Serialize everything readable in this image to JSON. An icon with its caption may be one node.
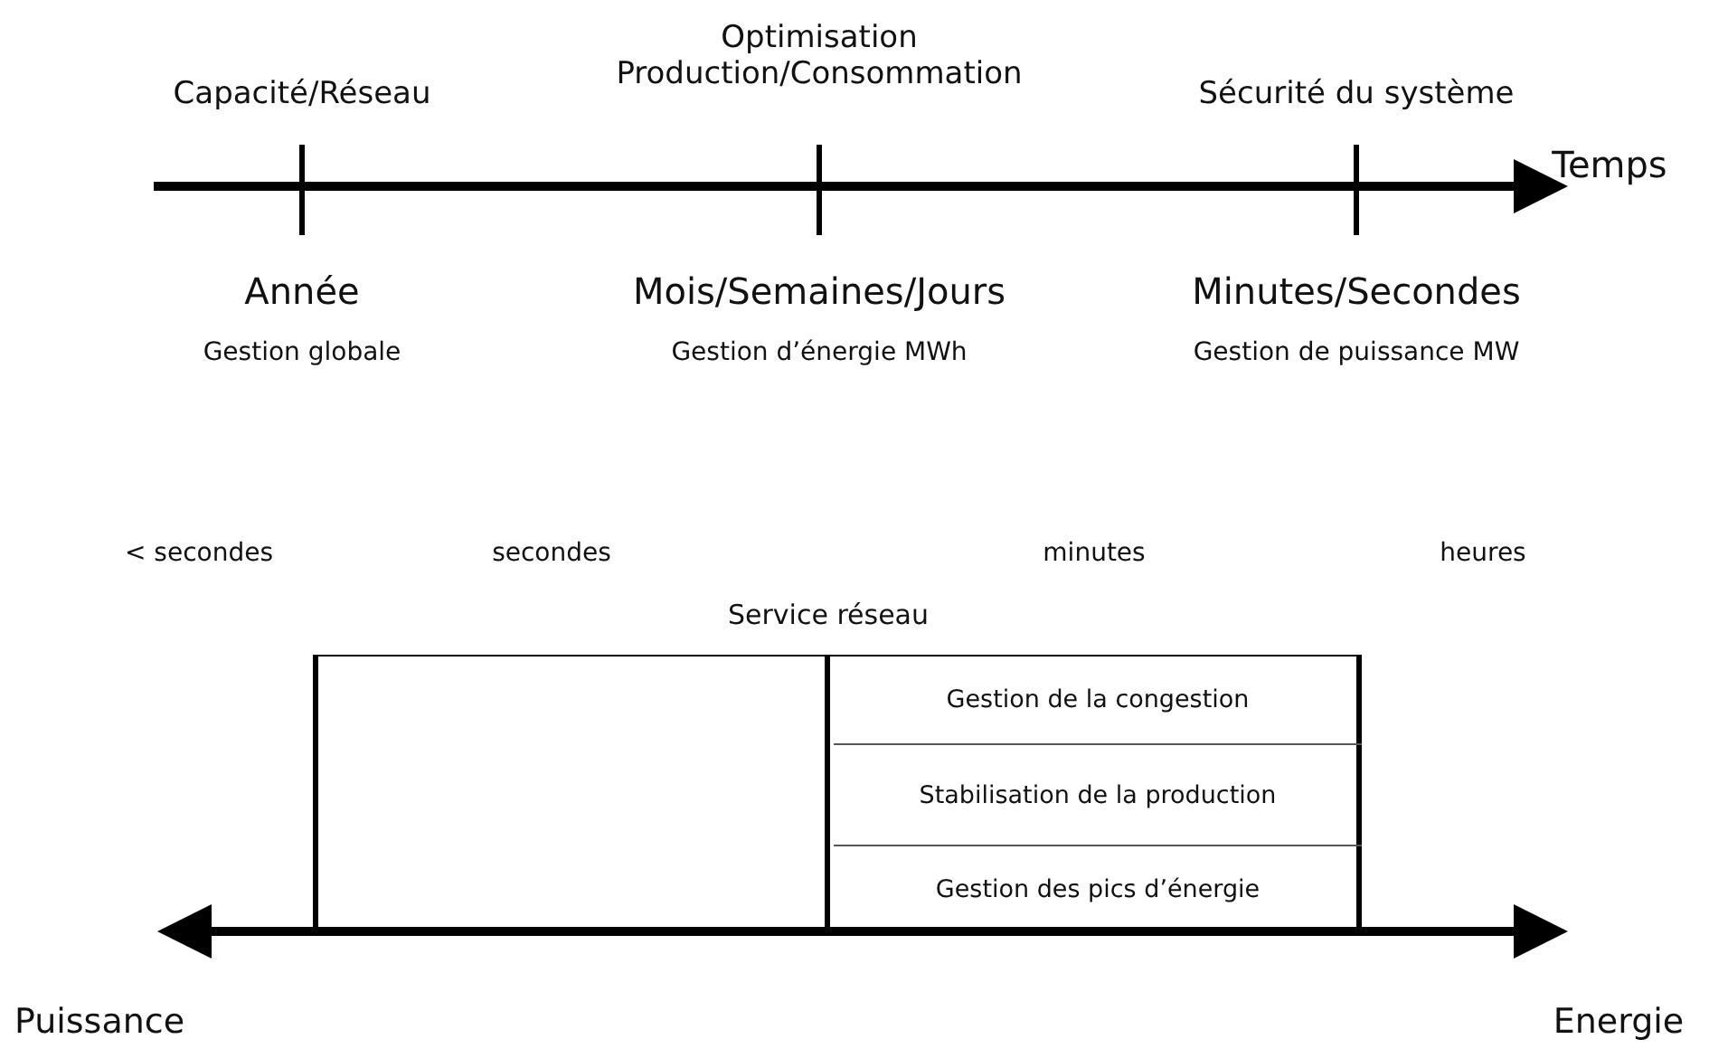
{
  "diagram": {
    "nodes": [
      {
        "text": [
          "Service réseau"
        ]
      },
      {
        "text": [
          "Gestion de la congestion"
        ],
        "in": 0
      },
      {
        "text": [
          "Stabilisation de la production"
        ],
        "in": 0
      },
      {
        "text": [
          "Gestion des pics d’énergie"
        ],
        "in": 0
      }
    ],
    "labels": [
      "Optimisation Production/Consommation",
      "Capacité/Réseau",
      "Sécurité du système",
      "Temps",
      "Année",
      "Mois/Semaines/Jours",
      "Minutes/Secondes",
      "Gestion globale",
      "Gestion d’énergie MWh",
      "Gestion de puissance MW",
      "< secondes",
      "secondes",
      "minutes",
      "heures",
      "Puissance",
      "Energie"
    ]
  }
}
